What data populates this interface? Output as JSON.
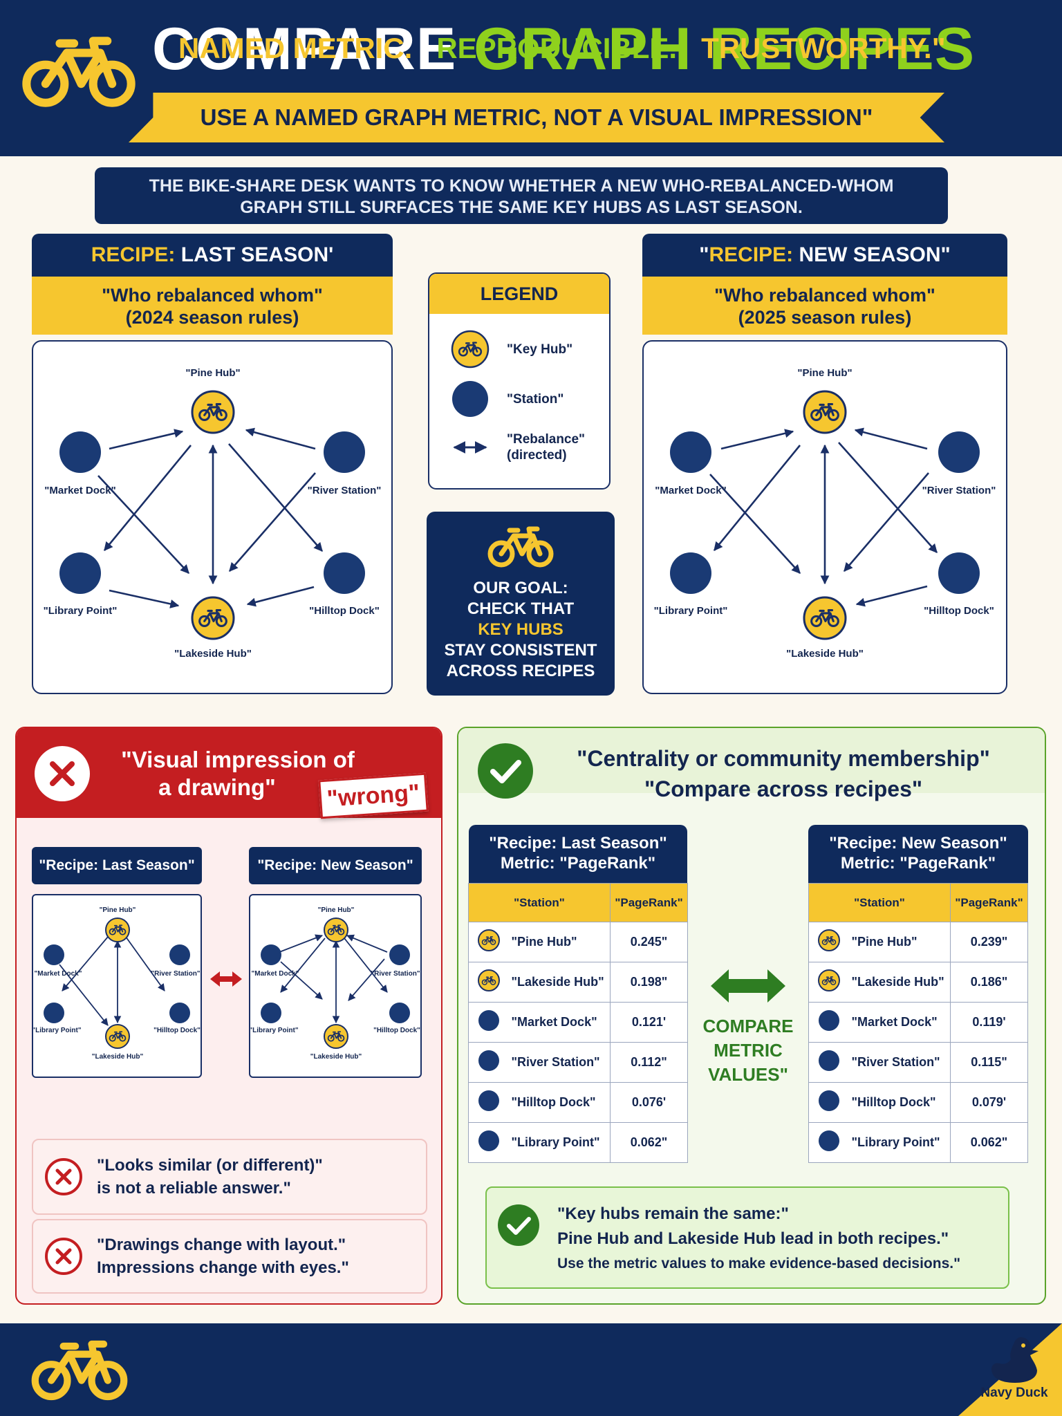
{
  "header": {
    "title_part1": "COMPARE",
    "title_part2": "GRAPH RECIPES",
    "ribbon": "USE A NAMED GRAPH METRIC, NOT A VISUAL IMPRESSION\""
  },
  "intro": {
    "line1": "THE BIKE-SHARE DESK WANTS TO KNOW WHETHER A NEW WHO-REBALANCED-WHOM",
    "line2": "GRAPH STILL SURFACES THE SAME KEY HUBS AS LAST SEASON."
  },
  "recipe_left": {
    "head_prefix": "RECIPE:",
    "head_rest": " LAST SEASON'",
    "sub1": "\"Who rebalanced whom\"",
    "sub2": "(2024 season rules)"
  },
  "recipe_right": {
    "head_prefix_quote": "\"",
    "head_prefix": "RECIPE:",
    "head_rest": " NEW SEASON\"",
    "sub1": "\"Who rebalanced whom\"",
    "sub2": "(2025 season rules)"
  },
  "graph_labels": {
    "pine": "\"Pine Hub\"",
    "market": "\"Market Dock\"",
    "river": "\"River Station\"",
    "library": "\"Library Point\"",
    "hilltop": "\"Hilltop Dock\"",
    "lakeside": "\"Lakeside Hub\""
  },
  "legend": {
    "title": "LEGEND",
    "key_hub": "\"Key Hub\"",
    "station": "\"Station\"",
    "rebalance": "\"Rebalance\"",
    "rebalance_note": "(directed)"
  },
  "goal": {
    "l1": "OUR GOAL:",
    "l2": "CHECK THAT",
    "l3": "KEY HUBS",
    "l4": "STAY CONSISTENT",
    "l5": "ACROSS RECIPES"
  },
  "wrong": {
    "title1": "\"Visual impression of",
    "title2": "a drawing\"",
    "tag": "\"wrong\"",
    "mini_left": "\"Recipe: Last Season\"",
    "mini_right": "\"Recipe: New Season\"",
    "mini_labels_left": {
      "pine": "\"Pine Hub\"",
      "market": "\"Market Dock\"",
      "river": "\"River Station\"",
      "library": "\"Library Point\"",
      "hilltop": "\"Hilltop Dock\"",
      "lakeside": "\"Lakeside Hub\""
    },
    "mini_labels_right": {
      "pine": "\"Pine Hub\"",
      "market": "\"Market Dock\"",
      "river": "\"River Station\"",
      "library": "\"Library Point\"",
      "hilltop": "\"Hilltop Dock\"",
      "lakeside": "\"Lakeside Hub\""
    },
    "note1_l1": "\"Looks similar (or different)\"",
    "note1_l2": "is not a reliable answer.\"",
    "note2_l1": "\"Drawings change with layout.\"",
    "note2_l2": "Impressions change with eyes.\""
  },
  "right": {
    "title1": "\"Centrality or community membership\"",
    "title2": "\"Compare across recipes\"",
    "compare_l1": "COMPARE",
    "compare_l2": "METRIC",
    "compare_l3": "VALUES\"",
    "conc_l1": "\"Key hubs remain the same:\"",
    "conc_l2": "Pine Hub and Lakeside Hub lead in both recipes.\"",
    "conc_l3": "Use the metric values to make evidence-based decisions.\""
  },
  "tables": [
    {
      "head1": "\"Recipe: Last Season\"",
      "head2": "Metric: \"PageRank\"",
      "col_station": "\"Station\"",
      "col_metric": "\"PageRank\"",
      "rows": [
        {
          "icon": "bike-hub-icon",
          "name": "\"Pine Hub\"",
          "value": "0.245\""
        },
        {
          "icon": "bike-hub-icon",
          "name": "\"Lakeside Hub\"",
          "value": "0.198\""
        },
        {
          "icon": "station-dot-icon",
          "name": "\"Market Dock\"",
          "value": "0.121'"
        },
        {
          "icon": "station-dot-icon",
          "name": "\"River Station\"",
          "value": "0.112\""
        },
        {
          "icon": "station-dot-icon",
          "name": "\"Hilltop Dock\"",
          "value": "0.076'"
        },
        {
          "icon": "station-dot-icon",
          "name": "\"Library Point\"",
          "value": "0.062\""
        }
      ]
    },
    {
      "head1": "\"Recipe: New Season\"",
      "head2": "Metric: \"PageRank\"",
      "col_station": "\"Station\"",
      "col_metric": "\"PageRank\"",
      "rows": [
        {
          "icon": "bike-hub-icon",
          "name": "\"Pine Hub\"",
          "value": "0.239\""
        },
        {
          "icon": "bike-hub-icon",
          "name": "\"Lakeside Hub\"",
          "value": "0.186\""
        },
        {
          "icon": "station-dot-icon",
          "name": "\"Market Dock\"",
          "value": "0.119'"
        },
        {
          "icon": "station-dot-icon",
          "name": "\"River Station\"",
          "value": "0.115\""
        },
        {
          "icon": "station-dot-icon",
          "name": "\"Hilltop Dock\"",
          "value": "0.079'"
        },
        {
          "icon": "station-dot-icon",
          "name": "\"Library Point\"",
          "value": "0.062\""
        }
      ]
    }
  ],
  "footer": {
    "part1": "NAMED METRIC.",
    "part2": "REPRODUCIBLE.",
    "part3": "TRUSTWORTHY.\"",
    "brand": "Navy Duck"
  },
  "colors": {
    "navy": "#0f2a5c",
    "yellow": "#f6c62f",
    "green": "#8fd11d",
    "red": "#c41e21",
    "dark_green": "#2e7d22"
  }
}
